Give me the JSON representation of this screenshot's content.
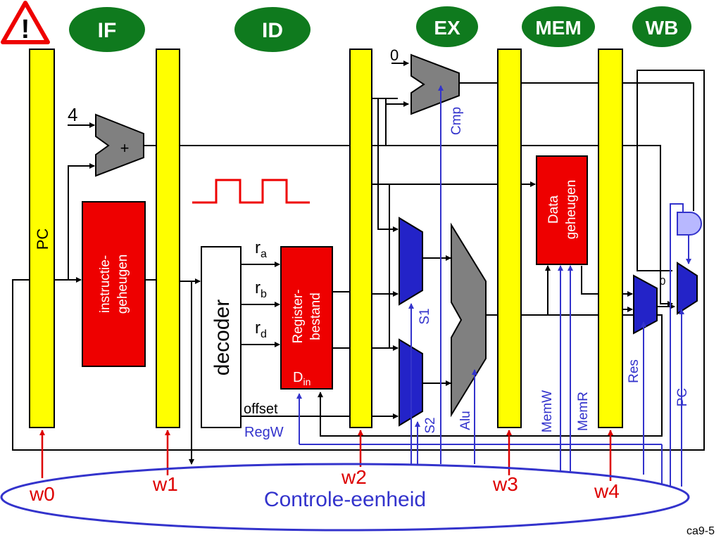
{
  "stages": [
    "IF",
    "ID",
    "EX",
    "MEM",
    "WB"
  ],
  "warning_symbol": "!",
  "registers": {
    "pc": "PC",
    "constant_four": "4",
    "plus": "+",
    "zero_input": "0",
    "mux_zero": "0"
  },
  "blocks": {
    "instr_mem": [
      "instructie-",
      "geheugen"
    ],
    "decoder": "decoder",
    "regfile": [
      "Register-",
      "bestand"
    ],
    "din": "D",
    "din_sub": "in",
    "data_mem": [
      "Data",
      "geheugen"
    ]
  },
  "operands": {
    "ra": "r",
    "ra_sub": "a",
    "rb": "r",
    "rb_sub": "b",
    "rd": "r",
    "rd_sub": "d",
    "offset": "offset"
  },
  "control_signals": {
    "regw": "RegW",
    "cmp": "Cmp",
    "s1": "S1",
    "s2": "S2",
    "alu": "Alu",
    "memw": "MemW",
    "memr": "MemR",
    "res": "Res",
    "pc": "PC"
  },
  "clock_signals": [
    "w0",
    "w1",
    "w2",
    "w3",
    "w4"
  ],
  "control_unit": "Controle-eenheid",
  "slide_id": "ca9-5",
  "colors": {
    "stage_green": "#0f7a1e",
    "pipeline_yellow": "#ffff00",
    "block_red": "#ee0000",
    "mux_blue": "#2323c8",
    "control_blue": "#3333cc",
    "alu_gray": "#888888",
    "clock_red": "#dd0000"
  }
}
